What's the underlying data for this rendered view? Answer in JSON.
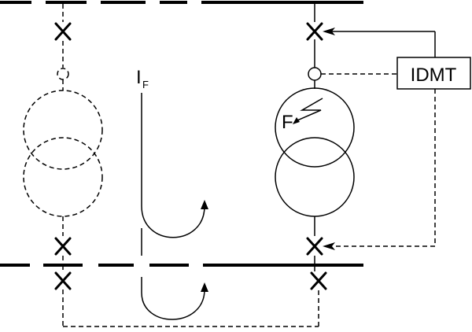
{
  "labels": {
    "current": "I",
    "current_sub": "F",
    "fault": "F",
    "relay": "IDMT",
    "breaker_mark": "X"
  },
  "colors": {
    "stroke": "#000000",
    "background": "#ffffff"
  }
}
